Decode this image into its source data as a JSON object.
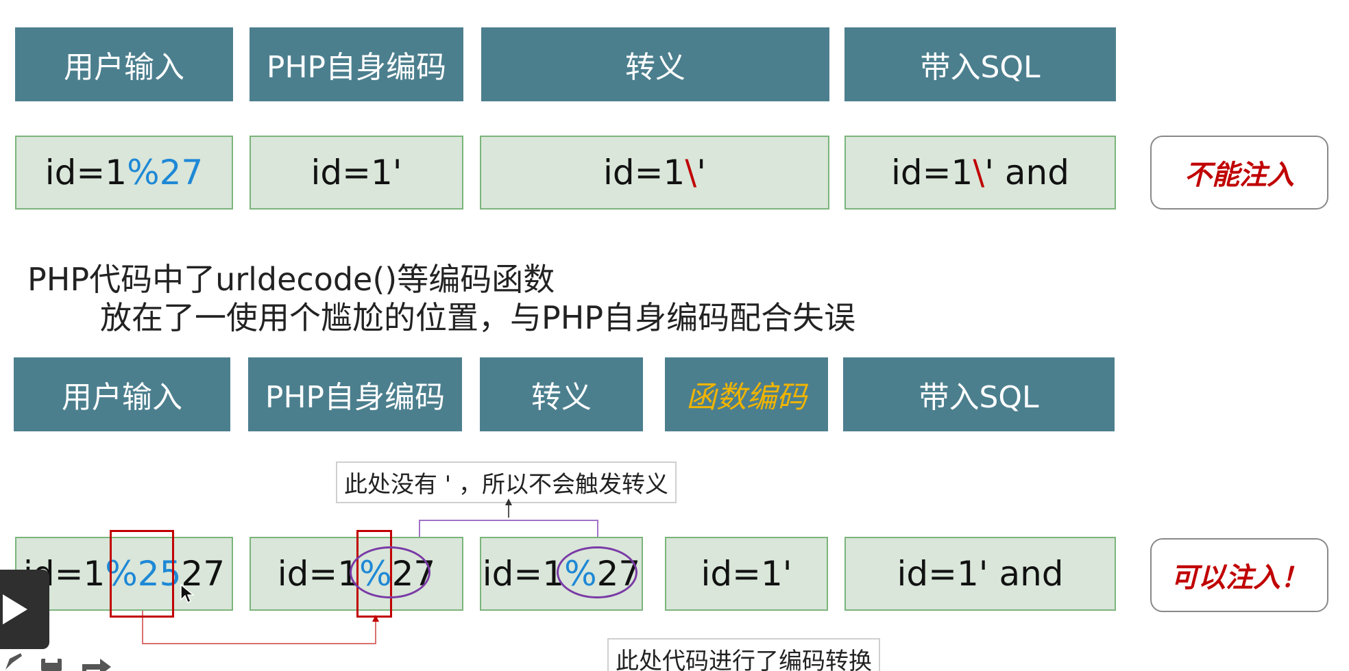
{
  "row1": {
    "headers": [
      "用户输入",
      "PHP自身编码",
      "转义",
      "带入SQL"
    ],
    "values": [
      {
        "pre": "id=1",
        "blue": "%27",
        "red": "",
        "post": ""
      },
      {
        "pre": "id=1'",
        "blue": "",
        "red": "",
        "post": ""
      },
      {
        "pre": "id=1",
        "blue": "",
        "red": "\\",
        "post": "'"
      },
      {
        "pre": "id=1",
        "blue": "",
        "red": "\\",
        "post": "' and"
      }
    ],
    "result": "不能注入"
  },
  "notes": {
    "line1": "PHP代码中了urldecode()等编码函数",
    "line2": "放在了一使用个尴尬的位置，与PHP自身编码配合失误"
  },
  "row2": {
    "headers": [
      "用户输入",
      "PHP自身编码",
      "转义",
      "函数编码",
      "带入SQL"
    ],
    "values": [
      {
        "pre": "id=1",
        "blue": "%25",
        "post": "27"
      },
      {
        "pre": "id=1",
        "blue": "%",
        "post": "27"
      },
      {
        "pre": "id=1",
        "blue": "%",
        "post": "27"
      },
      {
        "pre": "id=1'",
        "blue": "",
        "post": ""
      },
      {
        "pre": "id=1' and",
        "blue": "",
        "post": ""
      }
    ],
    "result": "可以注入！"
  },
  "callouts": {
    "top": "此处没有 ' ，所以不会触发转义",
    "bottom": "此处代码进行了编码转换"
  },
  "colors": {
    "header_bg": "#4c7f8e",
    "value_bg": "#d9e6d9",
    "value_border": "#7bb47b",
    "accent_blue": "#1e88d6",
    "accent_red": "#c00000",
    "accent_yellow": "#f0b400",
    "ellipse_purple": "#7a3aa6"
  },
  "icons": [
    "play-icon",
    "pencil-icon",
    "save-icon",
    "share-icon",
    "mouse-cursor-icon"
  ]
}
